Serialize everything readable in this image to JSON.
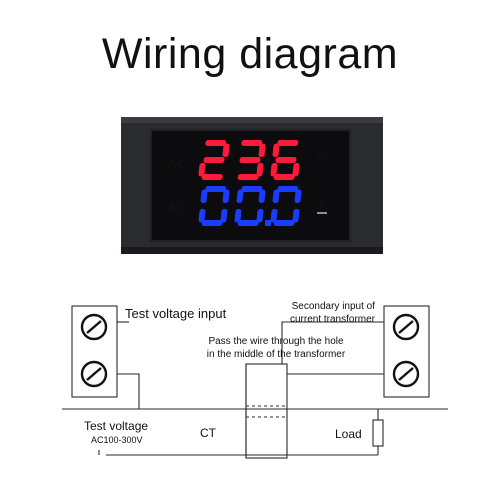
{
  "title": "Wiring diagram",
  "meter": {
    "row1": {
      "prefix": "AC",
      "value": "236",
      "unit": "V",
      "color": "#ff1a3c"
    },
    "row2": {
      "prefix": "AC",
      "value": "00.0",
      "unit": "A",
      "color": "#1a3cff"
    }
  },
  "labels": {
    "test_voltage_input": "Test voltage input",
    "secondary_input_line1": "Secondary input of",
    "secondary_input_line2": "current transformer",
    "pass_wire_line1": "Pass the wire through the hole",
    "pass_wire_line2": "in the middle of the transformer",
    "test_voltage": "Test voltage",
    "voltage_range": "AC100-300V",
    "ct": "CT",
    "load": "Load"
  }
}
